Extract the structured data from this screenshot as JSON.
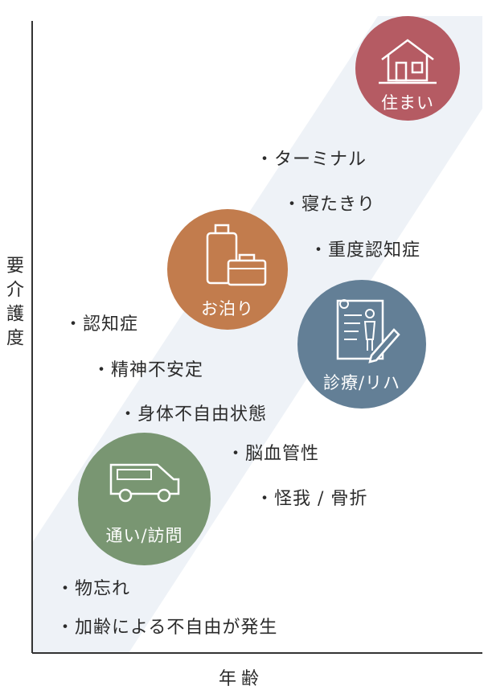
{
  "axes": {
    "y_title": "要介護度",
    "x_title": "年齢"
  },
  "circles": [
    {
      "id": "home",
      "label": "住まい",
      "icon": "house-icon",
      "color": "#b55b63"
    },
    {
      "id": "stay",
      "label": "お泊り",
      "icon": "suitcase-icon",
      "color": "#c27c4d"
    },
    {
      "id": "clinic",
      "label": "診療/リハ",
      "icon": "medical-document-icon",
      "color": "#637f96"
    },
    {
      "id": "daycare",
      "label": "通い/訪問",
      "icon": "van-icon",
      "color": "#799672"
    }
  ],
  "items": [
    "・ターミナル",
    "・寝たきり",
    "・重度認知症",
    "・認知症",
    "・精神不安定",
    "・身体不自由状態",
    "・脳血管性",
    "・怪我 / 骨折",
    "・物忘れ",
    "・加齢による不自由が発生"
  ],
  "colors": {
    "band": "#eef2f7",
    "axis": "#333333",
    "text": "#2b2b2b"
  }
}
